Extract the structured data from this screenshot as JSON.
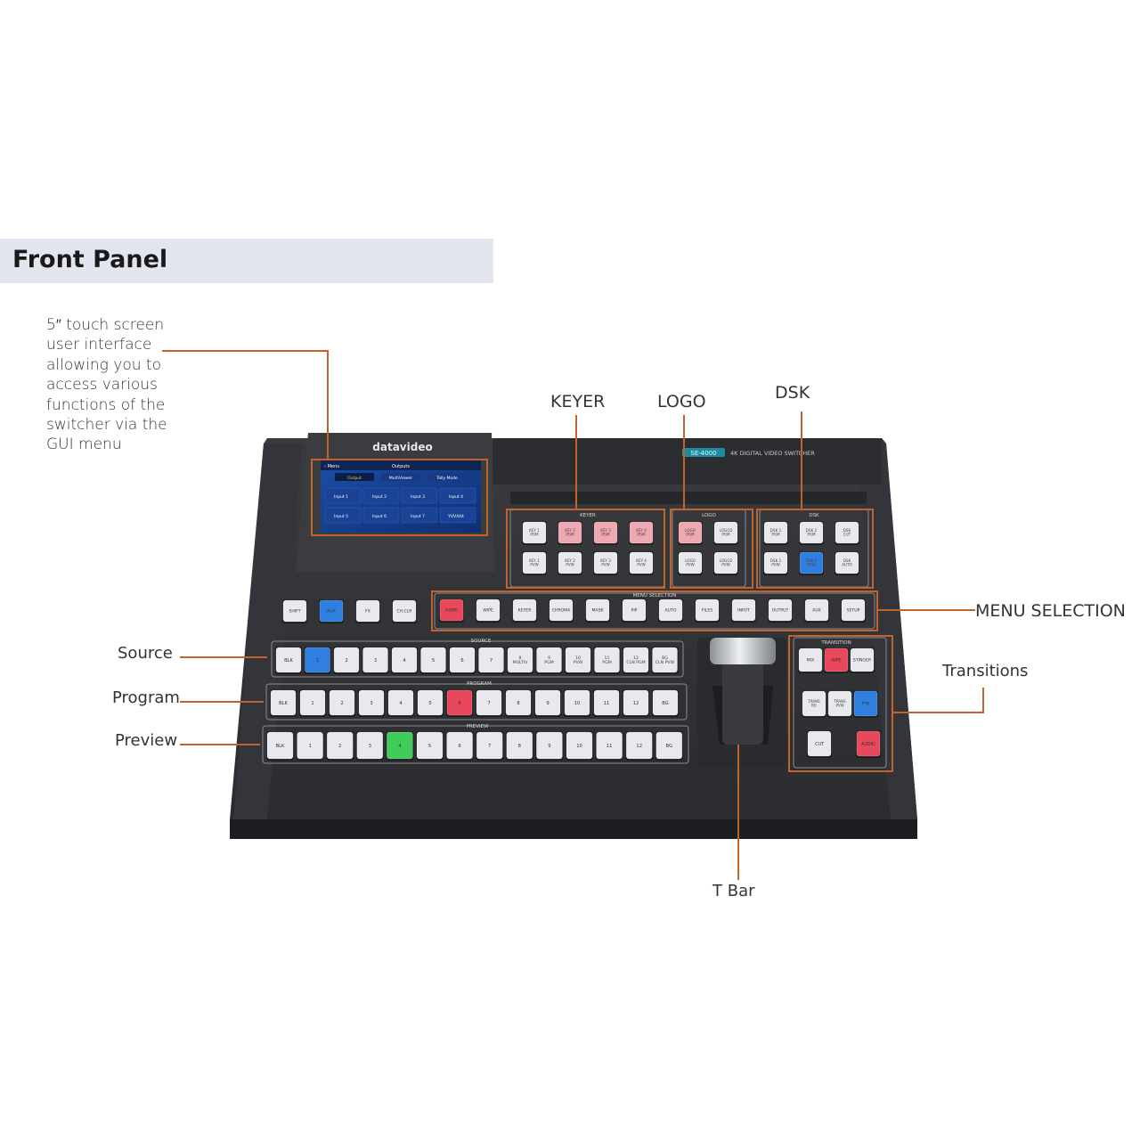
{
  "header": {
    "title": "Front Panel"
  },
  "touch_screen_note": [
    "5″ touch screen",
    "user interface",
    "allowing you to",
    "access various",
    "functions of the",
    "switcher via the",
    "GUI menu"
  ],
  "callouts": {
    "keyer": "KEYER",
    "logo": "LOGO",
    "dsk": "DSK",
    "menu_selection": "MENU SELECTION",
    "source": "Source",
    "program": "Program",
    "preview": "Preview",
    "transitions": "Transitions",
    "tbar": "T Bar"
  },
  "device": {
    "brand": "datavideo",
    "model": "SE-4000",
    "model_desc": "4K DIGITAL VIDEO SWITCHER",
    "screen": {
      "back": "‹ Menu",
      "title": "Outputs",
      "tabs": [
        "Output",
        "MultiViewer",
        "Tally Mode"
      ],
      "cells": [
        "Input 1",
        "Input 2",
        "Input 3",
        "Input 4",
        "Input 5",
        "Input 6",
        "Input 7",
        "YUV444"
      ]
    },
    "sections": {
      "keyer": "KEYER",
      "logo": "LOGO",
      "dsk": "DSK",
      "menu_selection": "MENU SELECTION",
      "source": "SOURCE",
      "program": "PROGRAM",
      "preview": "PREVIEW",
      "transition": "TRANSITION"
    },
    "keyer_top": [
      "KEY 1 PGM",
      "KEY 2 PGM",
      "KEY 3 PGM",
      "KEY 4 PGM"
    ],
    "keyer_bottom": [
      "KEY 1 PVW",
      "KEY 2 PVW",
      "KEY 3 PVW",
      "KEY 4 PVW"
    ],
    "logo_top": [
      "LOGO PGM",
      "LOGO2 PGM"
    ],
    "logo_bottom": [
      "LOGO PVW",
      "LOGO2 PVW"
    ],
    "dsk_top": [
      "DSK 1 PGM",
      "DSK 2 PGM",
      "DSK CUT"
    ],
    "dsk_bottom": [
      "DSK 1 PVW",
      "DSK 2 PVW",
      "DSK AUTO"
    ],
    "left_buttons": [
      "SHIFT",
      "AUX",
      "FX",
      "CH.CLR"
    ],
    "menu_buttons": [
      "HOME",
      "WIPE",
      "KEYER",
      "CHROMA",
      "MASK",
      "PIP",
      "AUTO",
      "FILES",
      "INPUT",
      "OUTPUT",
      "AUX",
      "SETUP"
    ],
    "source_buttons": [
      "BLK",
      "1",
      "2",
      "3",
      "4",
      "5",
      "6",
      "7",
      "8/MULTIV",
      "9/PGM",
      "10/PVW",
      "11/PGM",
      "12/CLN PGM",
      "BG/CLN PVW"
    ],
    "program_buttons": [
      "BLK",
      "1",
      "2",
      "3",
      "4",
      "5",
      "6",
      "7",
      "8",
      "9",
      "10",
      "11",
      "12",
      "BG"
    ],
    "preview_buttons": [
      "BLK",
      "1",
      "2",
      "3",
      "4",
      "5",
      "6",
      "7",
      "8",
      "9",
      "10",
      "11",
      "12",
      "BG"
    ],
    "transition_top": [
      "MIX",
      "WIPE",
      "STINGER"
    ],
    "transition_mid": [
      "TRANS BG",
      "TRANS PVW",
      "FTB"
    ],
    "transition_bottom": [
      "CUT",
      "AUDIO"
    ]
  },
  "colors": {
    "accent": "#c4622d",
    "panel": "#2f3034",
    "header_band": "#e3e6ee",
    "key_white": "#e7e9ed",
    "key_red": "#e8485a",
    "key_pink": "#f0a8b0",
    "key_blue": "#2f7fe0",
    "key_green": "#3fcc5a"
  }
}
